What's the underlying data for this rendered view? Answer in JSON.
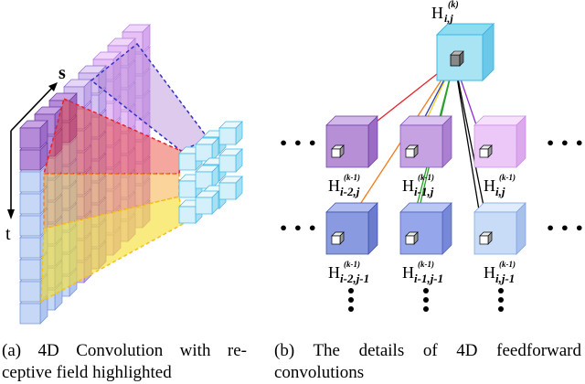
{
  "panel_a": {
    "axis_s": "s",
    "axis_t": "t",
    "caption_line1": "(a) 4D Convolution with re-",
    "caption_line2": "ceptive field highlighted"
  },
  "panel_b": {
    "top_node": {
      "base": "H",
      "sup": "(k)",
      "sub": "i,j"
    },
    "layer_sup": "(k-1)",
    "nodes": [
      {
        "base": "H",
        "sub": "i-2,j",
        "color": "#9b6bc0"
      },
      {
        "base": "H",
        "sub": "i-1,j",
        "color": "#b07fd0"
      },
      {
        "base": "H",
        "sub": "i,j",
        "color": "#d8a8ec"
      },
      {
        "base": "H",
        "sub": "i-2,j-1",
        "color": "#6c7fd0"
      },
      {
        "base": "H",
        "sub": "i-1,j-1",
        "color": "#7f8fe0"
      },
      {
        "base": "H",
        "sub": "i,j-1",
        "color": "#a8c4f0"
      }
    ],
    "ellipsis": "• • •",
    "caption_line1": "(b) The details of 4D feedforward",
    "caption_line2": "convolutions"
  },
  "colors": {
    "red": "#e8202a",
    "orange": "#f07a1a",
    "yellow": "#f2d21a",
    "green": "#2aa02a",
    "purple": "#8e2ad0",
    "blue": "#2a3ab0",
    "black": "#000000",
    "cyan": "#3ab8e8"
  }
}
